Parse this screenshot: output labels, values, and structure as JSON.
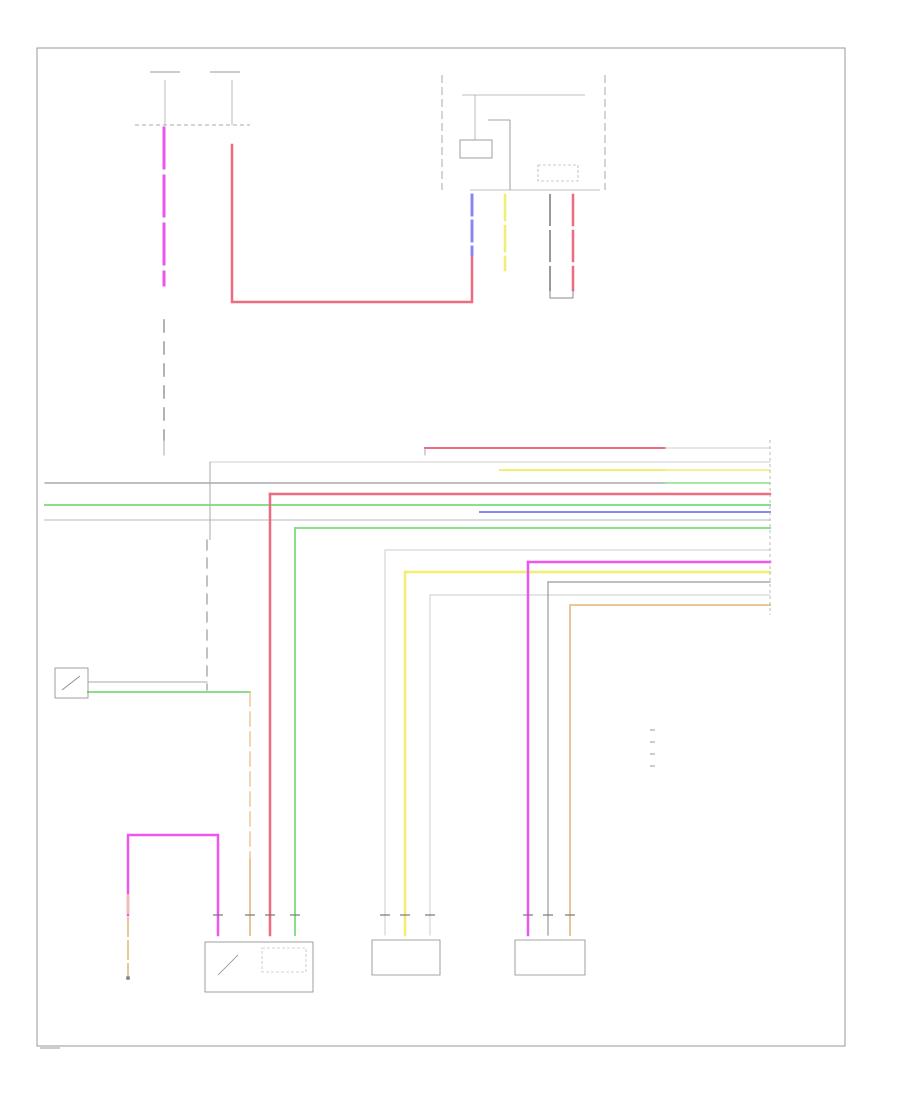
{
  "colors": {
    "pink": "#f2a0b8",
    "red": "#ee6b7f",
    "violet": "#ee55ee",
    "green": "#88e088",
    "yellow": "#f2ee70",
    "blue": "#8888ee",
    "tan": "#e8c898",
    "gray": "#999999",
    "light_gray": "#c8c8c8",
    "border": "#888888"
  },
  "components": [
    {
      "id": "front-fuse-box",
      "label": ""
    },
    {
      "id": "combination-meter",
      "label": ""
    },
    {
      "id": "lower-left-connector",
      "label": ""
    },
    {
      "id": "seatbelt-relay",
      "label": ""
    },
    {
      "id": "buckle-switch",
      "label": ""
    },
    {
      "id": "center-connector-1",
      "label": ""
    },
    {
      "id": "center-connector-2",
      "label": ""
    },
    {
      "id": "right-connector",
      "label": ""
    }
  ],
  "legend": []
}
